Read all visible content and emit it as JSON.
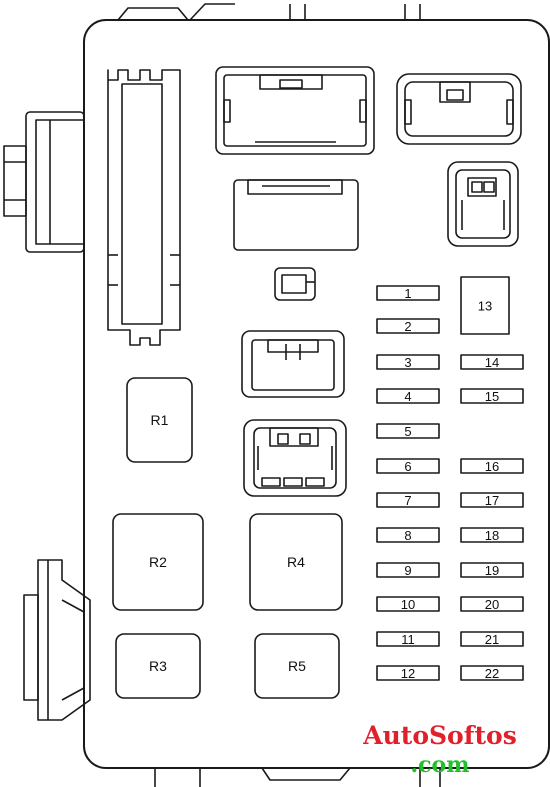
{
  "diagram": {
    "fuses": [
      "1",
      "2",
      "3",
      "4",
      "5",
      "6",
      "7",
      "8",
      "9",
      "10",
      "11",
      "12",
      "13",
      "14",
      "15",
      "16",
      "17",
      "18",
      "19",
      "20",
      "21",
      "22"
    ],
    "relays": [
      "R1",
      "R2",
      "R3",
      "R4",
      "R5"
    ]
  },
  "watermark": {
    "line1": "AutoSoftos",
    "line2": ".com",
    "color1": "#e0202a",
    "color2": "#22c02a"
  }
}
